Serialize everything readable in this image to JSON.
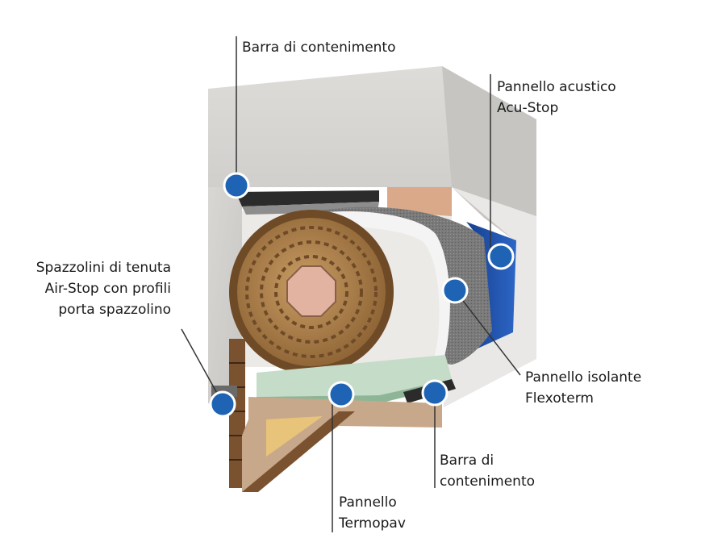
{
  "labels": {
    "barra_top": [
      "Barra di contenimento"
    ],
    "acu_stop": [
      "Pannello acustico",
      "Acu-Stop"
    ],
    "spazzolini": [
      "Spazzolini di tenuta",
      "Air-Stop con profili",
      "porta spazzolino"
    ],
    "flexoterm": [
      "Pannello isolante",
      "Flexoterm"
    ],
    "barra_bottom": [
      "Barra di",
      "contenimento"
    ],
    "termopav": [
      "Pannello",
      "Termopav"
    ]
  },
  "colors": {
    "marker": "#1f64b4",
    "marker_ring": "#ffffff",
    "concrete": "#d4d2cf",
    "wood": "#b58b57",
    "insulation_green": "#c5dcc8",
    "acoustic_blue": "#1e4fa8",
    "flexoterm_grey": "#7d7d7d"
  }
}
